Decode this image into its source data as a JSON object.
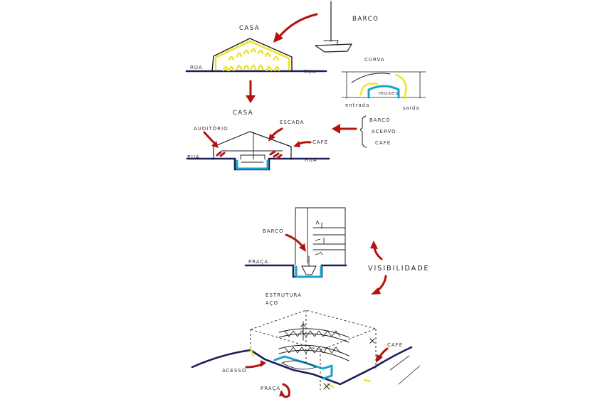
{
  "labels": {
    "barco_top": "BARCO",
    "casa_top": "CASA",
    "rua_left_top": "RUA",
    "rua_right_top": "RUA",
    "curva": "CURVA",
    "museu": "museu",
    "entrada": "entrada",
    "saida": "saída",
    "casa_mid": "CASA",
    "auditorio": "AUDITÓRIO",
    "escada": "ESCADA",
    "cafe_mid": "CAFÉ",
    "rua_left_mid": "RUA",
    "rua_right_mid": "RUA",
    "list_barco": "BARCO",
    "list_acervo": "ACERVO",
    "list_cafe": "CAFÉ",
    "barco_lower": "BARCO",
    "praca_lower": "PRAÇA",
    "visibilidade": "VISIBILIDADE",
    "estrutura_line1": "ESTRUTURA",
    "estrutura_line2": "AÇO",
    "cafe_bottom": "CAFÉ",
    "acesso": "ACESSO",
    "praca_bottom": "PRAÇA"
  },
  "colors": {
    "ink": "#1c1c1c",
    "ground": "#1b1f5a",
    "arrow": "#b3130f",
    "water": "#12a6cf",
    "highlight": "#f1e21a"
  }
}
